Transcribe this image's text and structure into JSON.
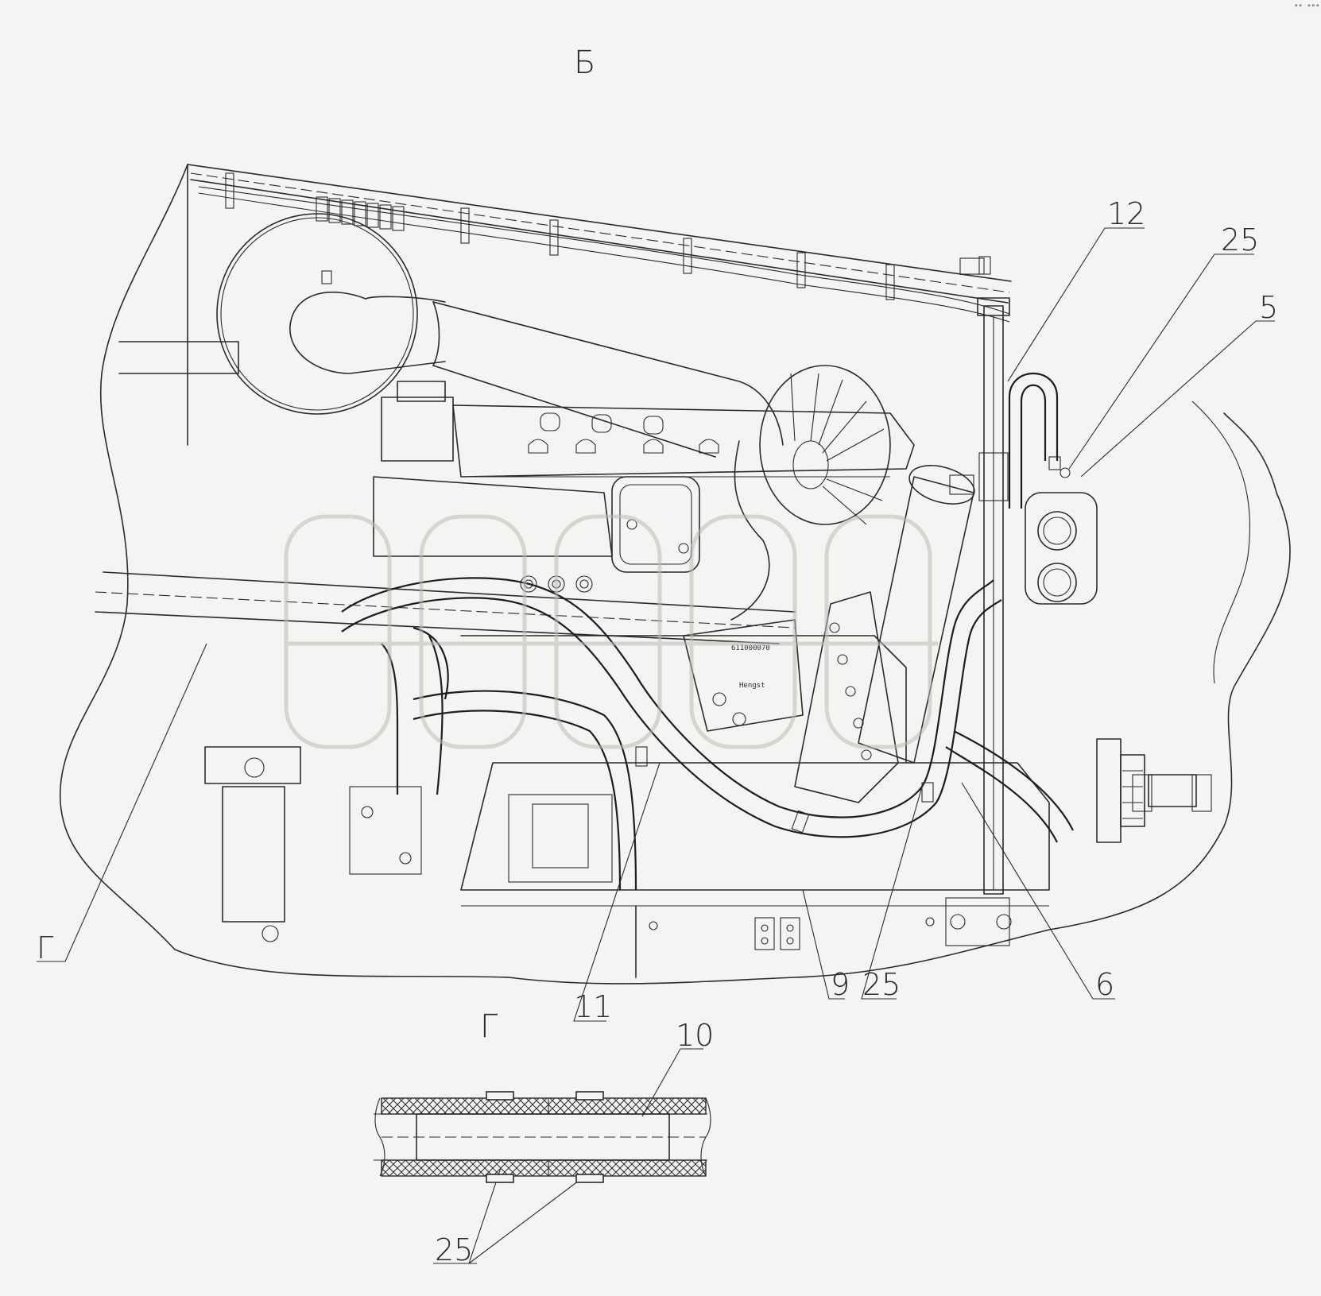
{
  "view_titles": {
    "main": "Б",
    "section": "Г",
    "section_callout": "Г"
  },
  "callouts": {
    "c12": "12",
    "c25_top": "25",
    "c5": "5",
    "c6": "6",
    "c9": "9",
    "c25_bottom": "25",
    "c11": "11",
    "c10": "10",
    "c25_section": "25"
  },
  "part_markings": {
    "part_number": "611000070",
    "brand_plate": "Hengst"
  },
  "corner_marks": "°° °°°",
  "colors": {
    "background": "#f3f5f2",
    "line": "#2a2a2a",
    "watermark": "#b9bcb7"
  }
}
